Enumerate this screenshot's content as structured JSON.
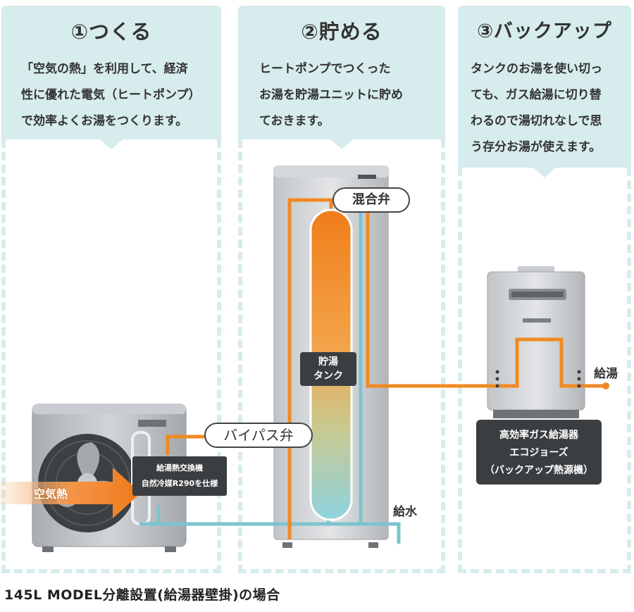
{
  "panels": [
    {
      "title": "①つくる",
      "lines": [
        "「空気の熱」を利用して、経済",
        "性に優れた電気（ヒートポンプ）",
        "で効率よくお湯をつくります。"
      ]
    },
    {
      "title": "②貯める",
      "lines": [
        "ヒートポンプでつくった",
        "お湯を貯湯ユニットに貯め",
        "ておきます。"
      ]
    },
    {
      "title": "③バックアップ",
      "lines": [
        "タンクのお湯を使い切っ",
        "ても、ガス給湯に切り替",
        "わるので湯切れなしで思",
        "う存分お湯が使えます。"
      ]
    }
  ],
  "labels": {
    "mixing_valve": "混合弁",
    "bypass_valve": "バイパス弁",
    "storage_tank": [
      "貯湯",
      "タンク"
    ],
    "hot_water_supply": "給湯",
    "water_supply": "給水",
    "air_heat": "空気熱",
    "heat_exchanger": [
      "給湯熱交換機",
      "自然冷媒R290を仕様"
    ],
    "gas_heater": [
      "高効率ガス給湯器",
      "エコジョーズ",
      "（バックアップ熱源機）"
    ]
  },
  "caption": "145L MODEL分離設置(給湯器壁掛)の場合",
  "colors": {
    "panel_bg": "#d7ecec",
    "hot": "#f08a24",
    "cold": "#7cc4cf",
    "unit": "#b9bcbf"
  }
}
